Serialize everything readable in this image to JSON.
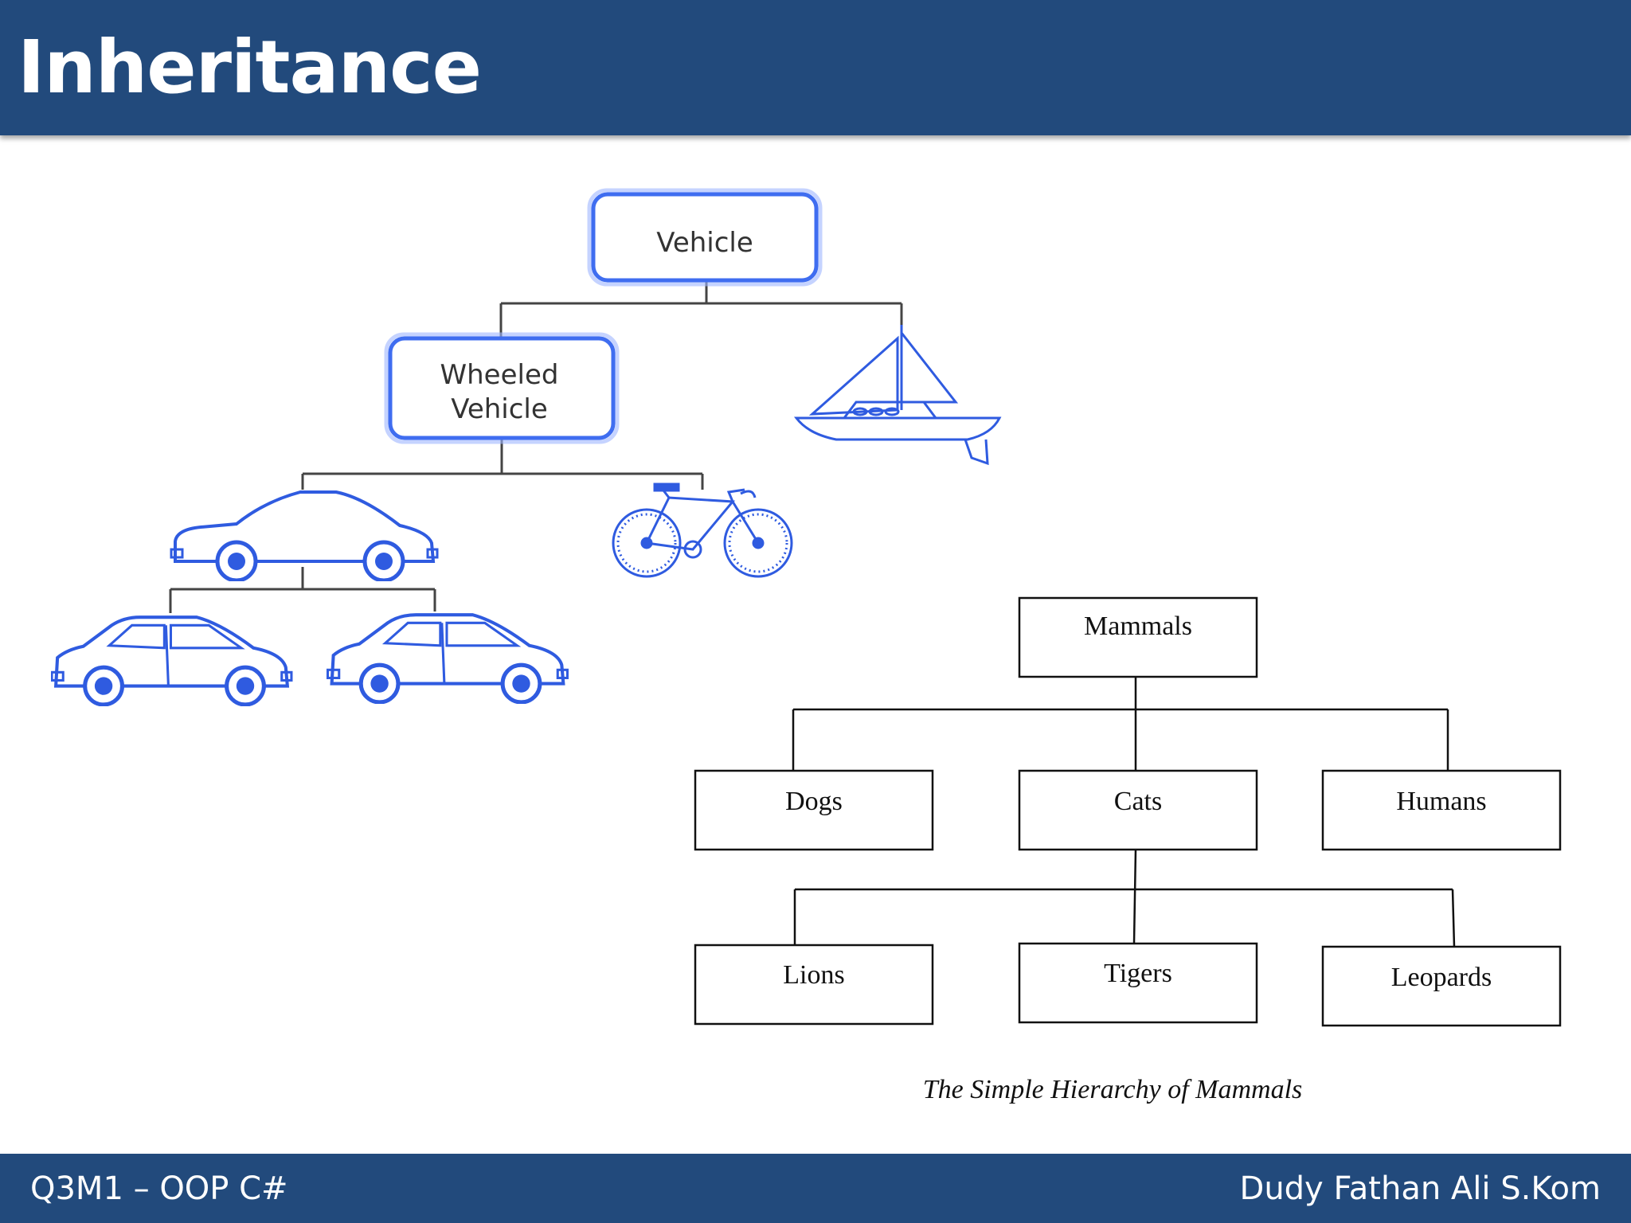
{
  "slide": {
    "title": "Inheritance",
    "footer_left": "Q3M1 – OOP C#",
    "footer_right": "Dudy Fathan Ali S.Kom"
  },
  "vehicle_tree": {
    "root": "Vehicle",
    "wheeled_line1": "Wheeled",
    "wheeled_line2": "Vehicle",
    "icons": [
      "sailboat-icon",
      "sedan-car-icon",
      "bicycle-icon",
      "hatchback-car-icon",
      "sedan-car-icon"
    ]
  },
  "mammal_tree": {
    "root": "Mammals",
    "children": [
      "Dogs",
      "Cats",
      "Humans"
    ],
    "cat_children": [
      "Lions",
      "Tigers",
      "Leopards"
    ],
    "caption": "The Simple Hierarchy of Mammals"
  },
  "colors": {
    "header": "#224a7c",
    "diagram_blue": "#2f5be0"
  }
}
